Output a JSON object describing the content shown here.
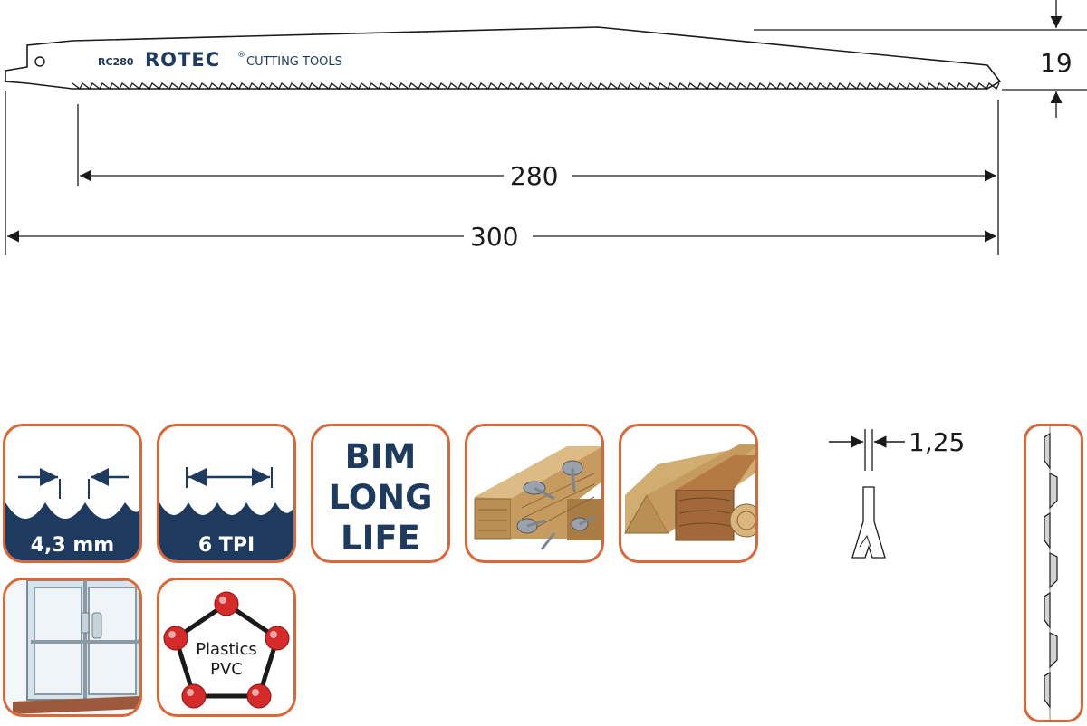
{
  "blade": {
    "model": "RC280",
    "brand": "ROTEC",
    "brand_mark": "®",
    "tagline": "CUTTING TOOLS"
  },
  "dimensions": {
    "height": "19",
    "cutting_length": "280",
    "total_length": "300",
    "thickness": "1,25"
  },
  "icons": {
    "tooth_pitch": "4,3 mm",
    "tpi": "6 TPI",
    "bim_line1": "BIM",
    "bim_line2": "LONG",
    "bim_line3": "LIFE",
    "plastics_line1": "Plastics",
    "plastics_line2": "PVC"
  },
  "colors": {
    "accent_orange": "#d8683a",
    "navy": "#1e3a5f",
    "wood": "#c9a36a",
    "red_ball": "#d42a2a"
  },
  "icon_names": [
    "tooth-pitch-icon",
    "tpi-icon",
    "bim-long-life-icon",
    "wood-with-nails-icon",
    "wood-beams-icon",
    "window-frame-icon",
    "plastics-pvc-icon"
  ]
}
